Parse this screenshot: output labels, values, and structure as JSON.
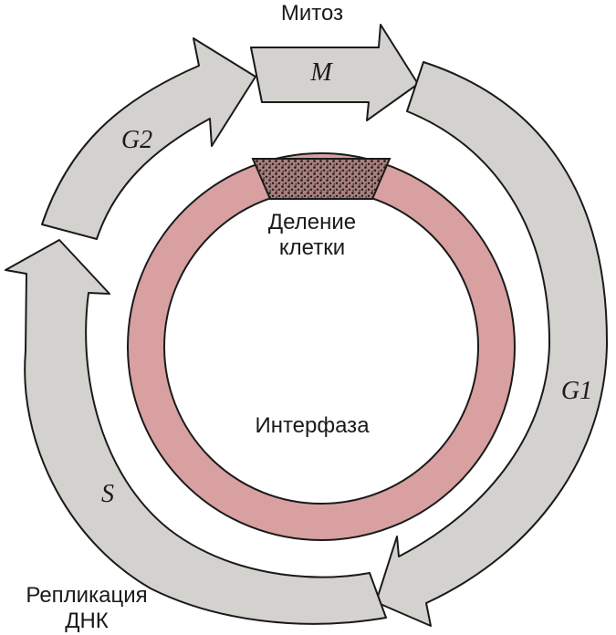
{
  "labels": {
    "mitosis": "Митоз",
    "m_phase": "M",
    "g1_phase": "G1",
    "g2_phase": "G2",
    "s_phase": "S",
    "cell_division_line1": "Деление",
    "cell_division_line2": "клетки",
    "interphase": "Интерфаза",
    "replication_line1": "Репликация",
    "replication_line2": "ДНК"
  },
  "colors": {
    "arrow_fill": "#d4d2ce",
    "ring_fill": "#d8a0a0",
    "division_fill": "#a87f7d",
    "stroke": "#1a1a1a"
  }
}
